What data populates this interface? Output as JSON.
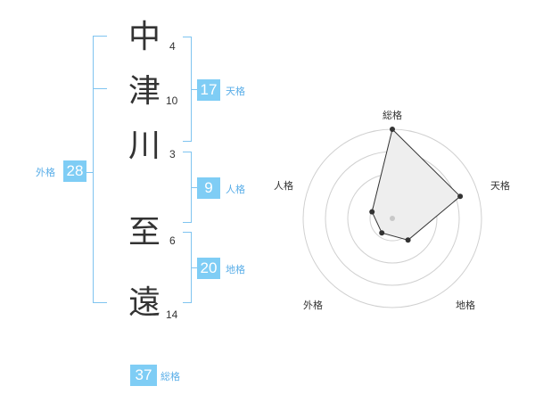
{
  "name_characters": [
    {
      "char": "中",
      "strokes": "4"
    },
    {
      "char": "津",
      "strokes": "10"
    },
    {
      "char": "川",
      "strokes": "3"
    },
    {
      "char": "至",
      "strokes": "6"
    },
    {
      "char": "遠",
      "strokes": "14"
    }
  ],
  "fortune": {
    "tenkaku": {
      "value": "17",
      "label": "天格"
    },
    "jinkaku": {
      "value": "9",
      "label": "人格"
    },
    "chikaku": {
      "value": "20",
      "label": "地格"
    },
    "gaikaku": {
      "value": "28",
      "label": "外格"
    },
    "soukaku": {
      "value": "37",
      "label": "総格"
    }
  },
  "colors": {
    "accent": "#7fcdf5",
    "label": "#5aaee8",
    "bracket": "#7fc4f0"
  },
  "chart_data": {
    "type": "radar",
    "axes": [
      "総格",
      "天格",
      "地格",
      "外格",
      "人格"
    ],
    "values": [
      5,
      4,
      1.5,
      1,
      1.2
    ],
    "max": 5,
    "rings": 4,
    "grid": true
  }
}
